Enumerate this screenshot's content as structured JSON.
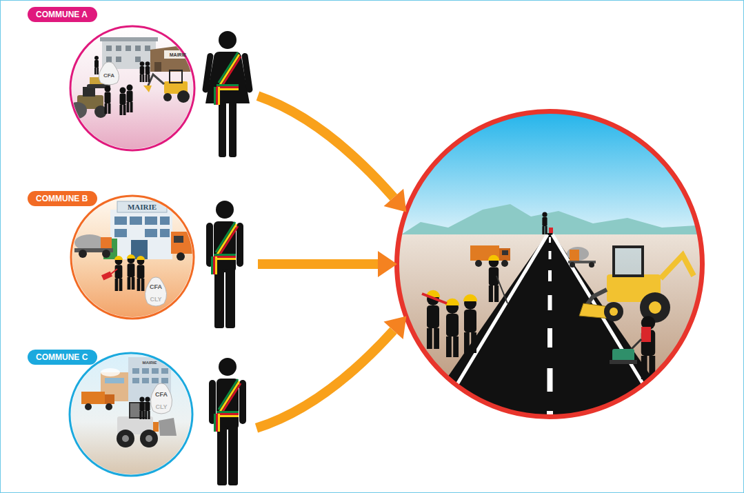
{
  "diagram": {
    "nodes": [
      {
        "text": [
          "COMMUNE A"
        ]
      },
      {
        "text": [
          "COMMUNE B"
        ]
      },
      {
        "text": [
          "COMMUNE C"
        ]
      },
      {
        "text": []
      }
    ],
    "edges": [
      {
        "from": 0,
        "to": 3,
        "arrow": "to"
      },
      {
        "from": 1,
        "to": 3,
        "arrow": "to"
      },
      {
        "from": 2,
        "to": 3,
        "arrow": "to"
      }
    ],
    "labels": [
      "MAIRIE",
      "CFA",
      "MAIRIE",
      "CFA",
      "CLY",
      "MAIRIE",
      "CFA",
      "CLY"
    ]
  }
}
